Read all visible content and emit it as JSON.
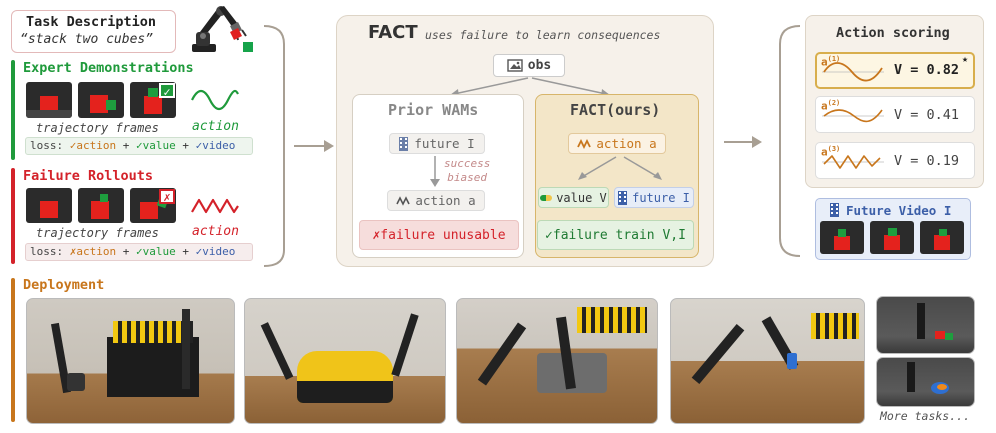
{
  "task": {
    "title": "Task Description",
    "text": "“stack two cubes”"
  },
  "expert": {
    "title": "Expert Demonstrations",
    "frames_label": "trajectory frames",
    "action_label": "action",
    "loss_prefix": "loss: ",
    "loss_action": "✓action",
    "plus": " + ",
    "loss_value": "✓value",
    "loss_video": "✓video"
  },
  "failure": {
    "title": "Failure Rollouts",
    "frames_label": "trajectory frames",
    "action_label": "action",
    "loss_prefix": "loss: ",
    "loss_action": "✗action",
    "plus": " + ",
    "loss_value": "✓value",
    "loss_video": "✓video"
  },
  "fact": {
    "title": "FACT",
    "subtitle": "uses failure to learn consequences",
    "obs": "obs"
  },
  "prior": {
    "title": "Prior WAMs",
    "future": "future I",
    "note": "success\nbiased",
    "action": "action a",
    "result": "✗failure unusable"
  },
  "factours": {
    "title": "FACT(ours)",
    "action": "action a",
    "value": "value V",
    "future": "future I",
    "result": "✓failure train V,I"
  },
  "scoring": {
    "title": "Action scoring",
    "rows": [
      {
        "label": "a",
        "sup": "(1)",
        "value": "V = 0.82",
        "star": "★"
      },
      {
        "label": "a",
        "sup": "(2)",
        "value": "V = 0.41"
      },
      {
        "label": "a",
        "sup": "(3)",
        "value": "V = 0.19"
      }
    ]
  },
  "future_video": {
    "title": "Future Video I"
  },
  "deployment": {
    "title": "Deployment",
    "more": "More tasks..."
  },
  "colors": {
    "green": "#1f9a3b",
    "red": "#d4222a",
    "orange": "#c8761c",
    "gold": "#b8892e",
    "panel_bg": "#f6f1ea",
    "blue": "#3c5fa8"
  }
}
